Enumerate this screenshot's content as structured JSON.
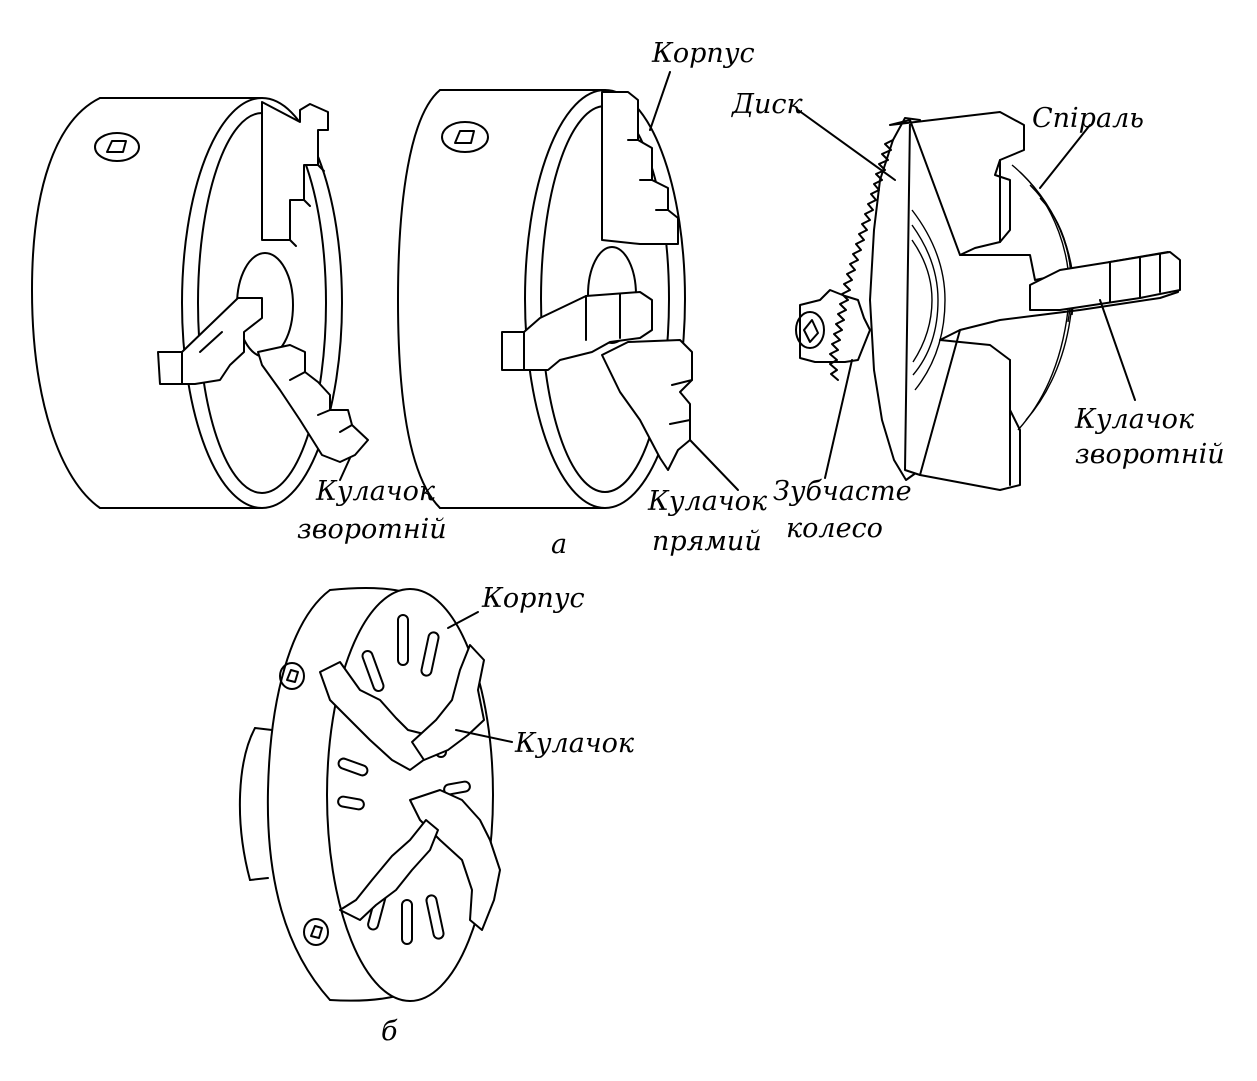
{
  "labels": {
    "korpus_a": "Корпус",
    "disk": "Диск",
    "spiral": "Спіраль",
    "kulachok_zvorotnii_a1": "Кулачок",
    "kulachok_zvorotnii_a2": "зворотній",
    "kulachok_pryamyi_1": "Кулачок",
    "kulachok_pryamyi_2": "прямий",
    "zubchaste_1": "Зубчасте",
    "zubchaste_2": "колесо",
    "kulachok_zvorotnii_b1": "Кулачок",
    "kulachok_zvorotnii_b2": "зворотній",
    "caption_a": "а",
    "korpus_b": "Корпус",
    "kulachok_b": "Кулачок",
    "caption_b": "б"
  }
}
